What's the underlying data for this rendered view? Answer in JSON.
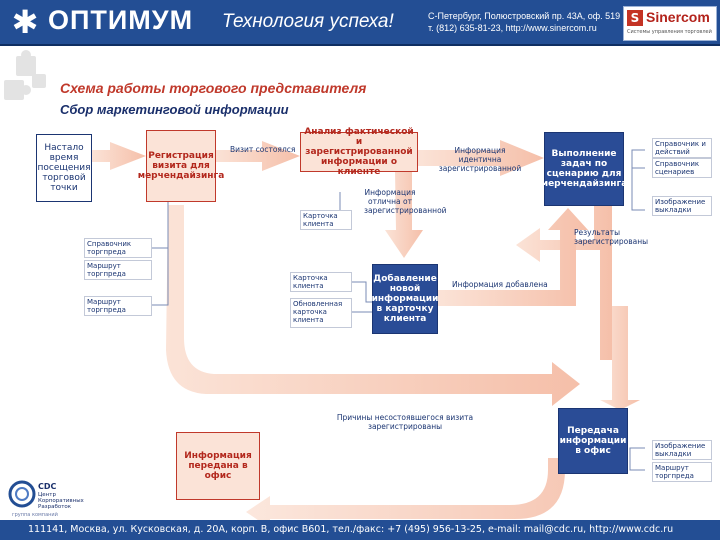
{
  "header": {
    "brand": "ОПТИМУМ",
    "slogan": "Технология успеха!",
    "address_line1": "С-Петербург, Полюстровский пр. 43А, оф. 519",
    "address_line2": "т. (812) 635-81-23, http://www.sinercom.ru",
    "partner_name": "Sinercom",
    "partner_tagline": "Системы управления торговлей"
  },
  "title": "Схема работы торгового представителя",
  "subtitle": "Сбор маркетинговой информации",
  "nodes": {
    "start": "Настало время посещения торговой точки",
    "register": "Регистрация визита для мерчендайзинга",
    "visit_took_place": "Визит состоялся",
    "analysis": "Анализ фактической и зарегистрированной информации о клиенте",
    "info_identical": "Информация идентична зарегистрированной",
    "perform": "Выполнение задач по сценарию для мерчендайзинга",
    "info_differs": "Информация отлична от зарегистрированной",
    "client_card_1": "Карточка клиента",
    "client_card_2": "Карточка клиента",
    "updated_card": "Обновленная карточка клиента",
    "add_info": "Добавление новой информации в карточку клиента",
    "info_added": "Информация добавлена",
    "results_registered": "Результаты зарегистрированы",
    "reasons_failed": "Причины несостоявшегося визита зарегистрированы",
    "send_office": "Передача информации в офис",
    "info_sent": "Информация передана в офис"
  },
  "left_refs": {
    "item1": "Справочник торгпреда",
    "item2": "Маршрут торгпреда",
    "item3": "Маршрут торгпреда"
  },
  "right_refs_top": {
    "item1": "Справочник и действий",
    "item2": "Справочник сценариев",
    "item3": "Изображение выкладки"
  },
  "right_refs_bottom": {
    "item1": "Изображение выкладки",
    "item2": "Маршрут торгпреда"
  },
  "cdc": {
    "name": "CDC",
    "desc": "Центр Корпоративных Разработок",
    "sub": "группа компаний"
  },
  "footer": "111141, Москва, ул. Кусковская, д. 20А, корп. В, офис В601, тел./факс: +7 (495) 956-13-25, e-mail: mail@cdc.ru, http://www.cdc.ru",
  "colors": {
    "primary": "#234e94",
    "flow": "#f7c9b5",
    "flow_dark": "#f2b39b",
    "accent_red": "#c0392b"
  }
}
